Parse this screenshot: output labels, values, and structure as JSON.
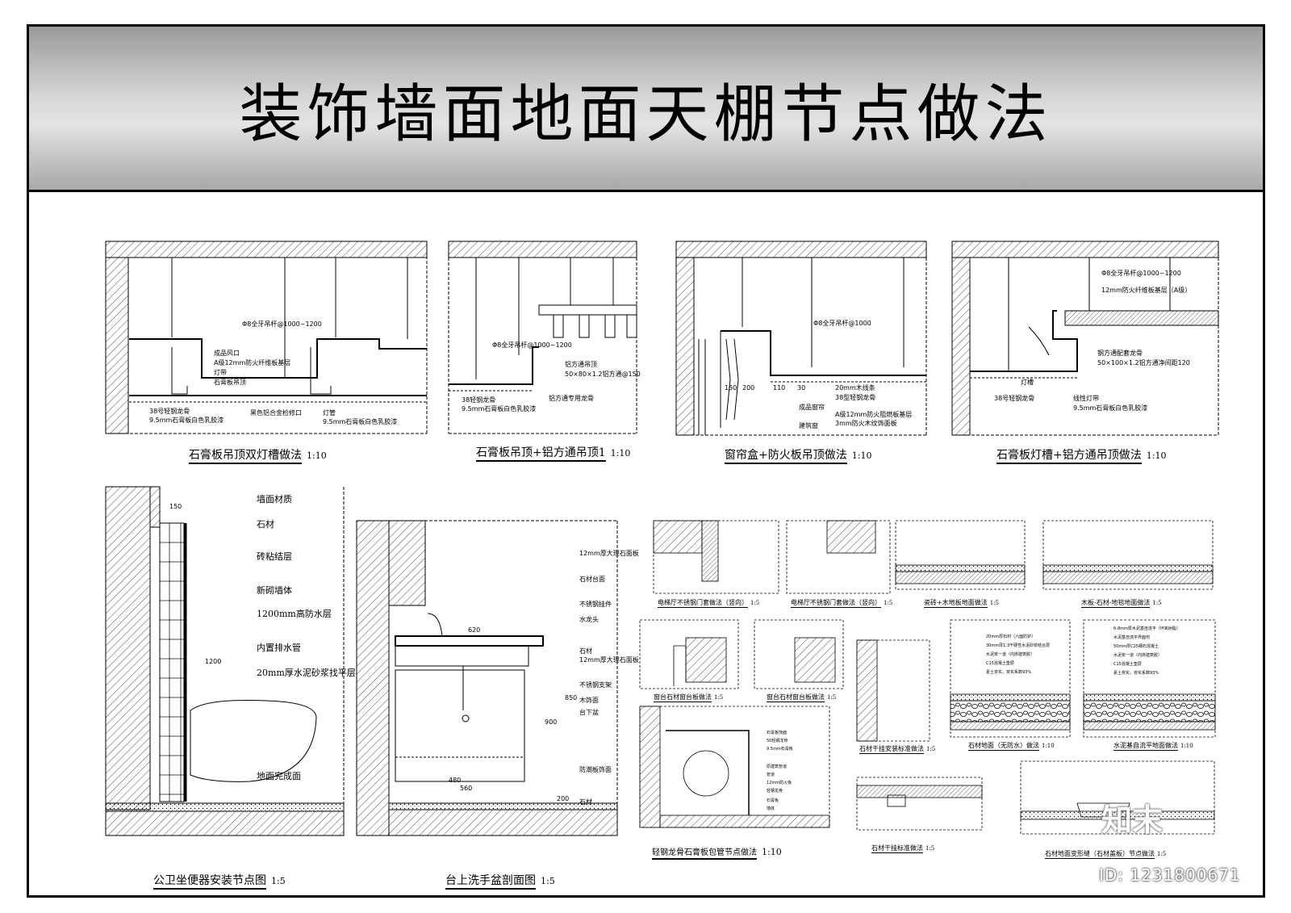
{
  "title": "装饰墙面地面天棚节点做法",
  "captions": {
    "c1": {
      "text": "石膏板吊顶双灯槽做法",
      "scale": "1:10"
    },
    "c2": {
      "text": "石膏板吊顶+铝方通吊顶1",
      "scale": "1:10"
    },
    "c3": {
      "text": "窗帘盒+防火板吊顶做法",
      "scale": "1:10"
    },
    "c4": {
      "text": "石膏板灯槽+铝方通吊顶做法",
      "scale": "1:10"
    },
    "c5": {
      "text": "公卫坐便器安装节点图",
      "scale": "1:5"
    },
    "c6": {
      "text": "台上洗手盆剖面图",
      "scale": "1:5"
    },
    "c7": {
      "text": "轻钢龙骨石膏板包管节点做法",
      "scale": "1:10"
    },
    "s1": {
      "text": "电梯厅不锈钢门套做法（竖向）",
      "scale": "1:5"
    },
    "s2": {
      "text": "电梯厅不锈钢门套做法（竖向）",
      "scale": "1:5"
    },
    "s3": {
      "text": "瓷砖+木地板地面做法",
      "scale": "1:5"
    },
    "s4": {
      "text": "木板-石材-地毯地面做法",
      "scale": "1:5"
    },
    "s5": {
      "text": "窗台石材窗台板做法",
      "scale": "1:5"
    },
    "s6": {
      "text": "窗台石材窗台板做法",
      "scale": "1:5"
    },
    "s7": {
      "text": "石材干挂安装标准做法",
      "scale": "1:5"
    },
    "s8": {
      "text": "石材地面（无防水）做法",
      "scale": "1:10"
    },
    "s9": {
      "text": "水泥基自流平地面做法",
      "scale": "1:10"
    },
    "s10": {
      "text": "石材干挂标准做法",
      "scale": "1:5"
    },
    "s11": {
      "text": "石材地面变形缝（石材盖板）节点做法",
      "scale": "1:5"
    }
  },
  "notes": {
    "d1": [
      "Φ8全牙吊杆@1000~1200",
      "成品风口",
      "A级12mm防火纤维板基层",
      "灯带",
      "石膏板吊顶",
      "38号轻钢龙骨",
      "9.5mm石膏板白色乳胶漆",
      "黑色铝合金检修口",
      "灯管",
      "9.5mm石膏板白色乳胶漆"
    ],
    "d2": [
      "Φ8全牙吊杆@1000~1200",
      "铝方通吊顶",
      "50×80×1.2铝方通@150",
      "38轻钢龙骨",
      "9.5mm石膏板白色乳胶漆",
      "铝方通专用龙骨"
    ],
    "d3": [
      "Φ8全牙吊杆@1000",
      "20mm木线条",
      "38型轻钢龙骨",
      "成品窗帘",
      "A级12mm防火阻燃板基层",
      "3mm防火木纹饰面板",
      "建筑窗",
      "150",
      "200",
      "110",
      "30"
    ],
    "d4": [
      "Φ8全牙吊杆@1000~1200",
      "12mm防火纤维板基层（A级）",
      "钢方通配套龙骨",
      "50×100×1.2铝方通净间距120",
      "38号轻钢龙骨",
      "线性灯带",
      "9.5mm石膏板白色乳胶漆",
      "灯槽"
    ],
    "d5": [
      "墙面材质",
      "石材",
      "砖粘结层",
      "新砌墙体",
      "1200mm高防水层",
      "内置排水管",
      "20mm厚水泥砂浆找平层",
      "地面完成面",
      "150",
      "1200"
    ],
    "d6": [
      "12mm厚大理石面板",
      "石材台面",
      "不锈钢挂件",
      "水龙头",
      "石材",
      "12mm厚大理石面板",
      "不锈钢支架",
      "木饰面",
      "台下盆",
      "防潮板饰面",
      "石材",
      "620",
      "480",
      "560",
      "900",
      "200",
      "850"
    ],
    "d7": [
      "石膏板饰面",
      "50轻钢龙骨",
      "9.5mm石膏板",
      "原建筑管道",
      "管道",
      "12mm防火板",
      "轻钢龙骨",
      "石膏板",
      "墙体"
    ],
    "d8": [
      "20mm厚石材（六面防护）",
      "30mm厚1:3干硬性水泥砂浆结合层",
      "水泥浆一道（内掺建筑胶）",
      "C15混凝土垫层",
      "素土夯实，夯实系数93%"
    ],
    "d9": [
      "6-8mm厚水泥基自流平（环氧树脂）",
      "水泥基自流平界面剂",
      "50mm厚C25细石混凝土",
      "水泥浆一道（内掺建筑胶）",
      "C15混凝土垫层",
      "素土夯实，夯实系数93%"
    ]
  },
  "brand": {
    "logo": "知末",
    "id": "ID: 1231800671"
  }
}
